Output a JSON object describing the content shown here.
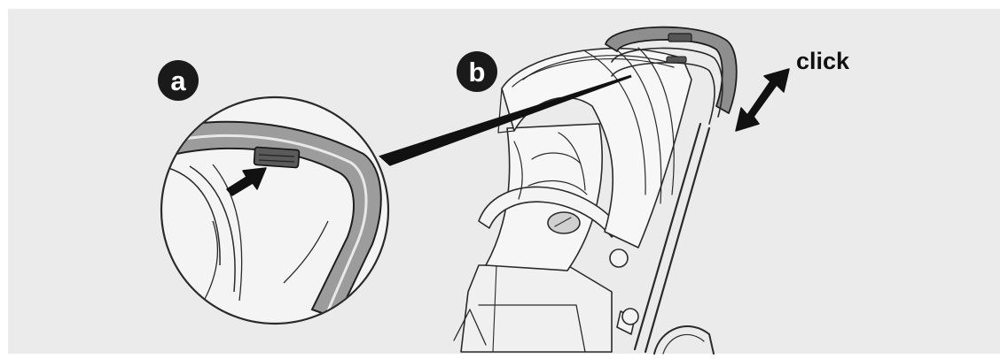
{
  "labels": {
    "step_a": "a",
    "step_b": "b",
    "action": "click"
  },
  "colors": {
    "background_panel": "#ebebeb",
    "line": "#2a2a2a",
    "badge": "#1a1a1a",
    "highlight_fill": "#8e8e8e",
    "arrow": "#111111"
  }
}
